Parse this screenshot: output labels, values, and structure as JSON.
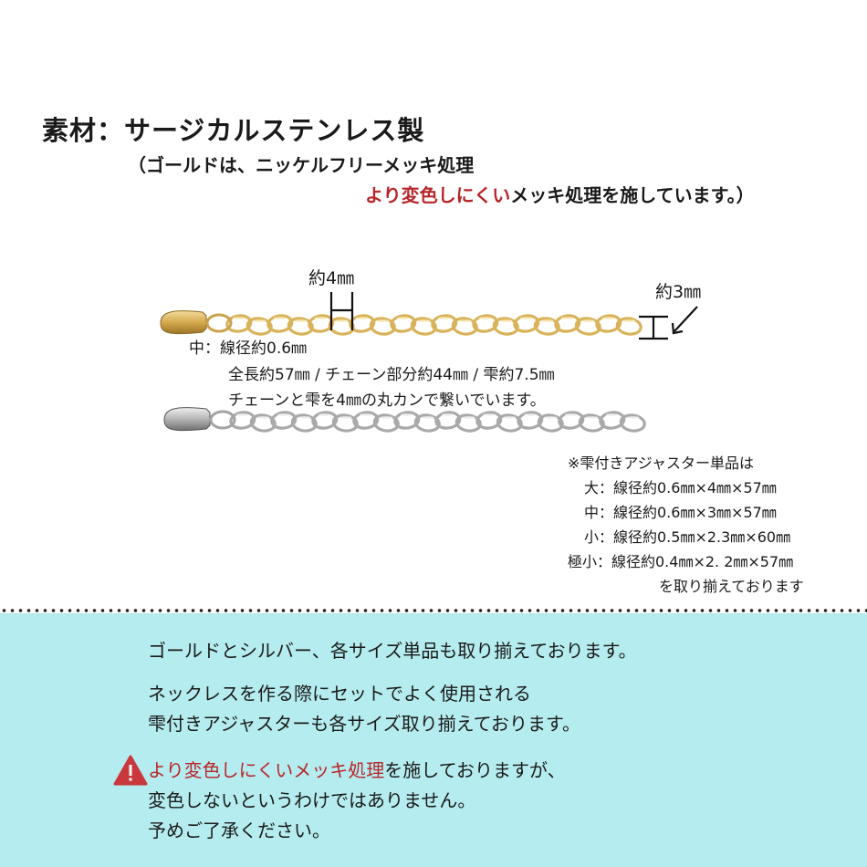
{
  "material": {
    "title": "素材：サージカルステンレス製",
    "note_line1": "（ゴールドは、ニッケルフリーメッキ処理",
    "note_line2_red": "より変色しにくい",
    "note_line2_rest": "メッキ処理を施しています。）"
  },
  "dimensions": {
    "link_width": "約4㎜",
    "end_ring": "約3㎜"
  },
  "spec": {
    "line1": "中：線径約0.6㎜",
    "line2": "全長約57㎜ / チェーン部分約44㎜ / 雫約7.5㎜",
    "line3": "チェーンと雫を4㎜の丸カンで繋いでいます。"
  },
  "side_list": {
    "header": "※雫付きアジャスター単品は",
    "items": [
      "大：線径約0.6㎜×4㎜×57㎜",
      "中：線径約0.6㎜×3㎜×57㎜",
      "小：線径約0.5㎜×2.3㎜×60㎜",
      "極小：線径約0.4㎜×2. 2㎜×57㎜"
    ],
    "footer": "を取り揃えております"
  },
  "panel": {
    "p1": "ゴールドとシルバー、各サイズ単品も取り揃えております。",
    "p2_line1": "ネックレスを作る際にセットでよく使用される",
    "p2_line2": "雫付きアジャスターも各サイズ取り揃えております。",
    "p3_red": "より変色しにくいメッキ処理",
    "p3_rest": "を施しておりますが、",
    "p3_line2": "変色しないというわけではありません。",
    "p3_line3": "予めご了承ください。"
  },
  "colors": {
    "accent_red": "#b8262a",
    "panel_bg": "#b5ecef",
    "gold": "#d9b35a",
    "silver": "#a9a9a9",
    "warning": "#c9383c"
  },
  "icons": {
    "warning": "warning-triangle-icon"
  }
}
